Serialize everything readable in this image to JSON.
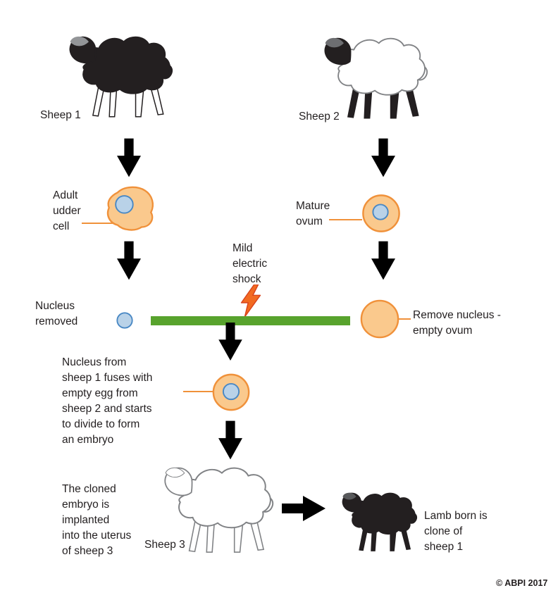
{
  "colors": {
    "green": "#58a32d",
    "cell-fill": "#fac98d",
    "cell-stroke": "#f0913a",
    "nucleus-fill": "#b9d2e8",
    "nucleus-stroke": "#4988c4",
    "bolt-fill": "#f26a21",
    "bolt-stroke": "#d8431c",
    "text": "#231f20"
  },
  "labels": {
    "sheep1": "Sheep 1",
    "sheep2": "Sheep 2",
    "sheep3": "Sheep 3",
    "adult_udder_cell": "Adult\nudder\ncell",
    "mature_ovum": "Mature\novum",
    "mild_electric_shock": "Mild\nelectric\nshock",
    "nucleus_removed": "Nucleus\nremoved",
    "remove_nucleus_empty_ovum": "Remove nucleus -\nempty ovum",
    "fusion_caption": "Nucleus from\nsheep 1 fuses with\nempty egg from\nsheep 2 and starts\nto divide to form\nan embryo",
    "implant_caption": "The cloned\nembryo is\nimplanted\ninto the uterus\nof sheep 3",
    "lamb_caption": "Lamb born is\nclone of\nsheep 1",
    "copyright": "© ABPI 2017"
  }
}
